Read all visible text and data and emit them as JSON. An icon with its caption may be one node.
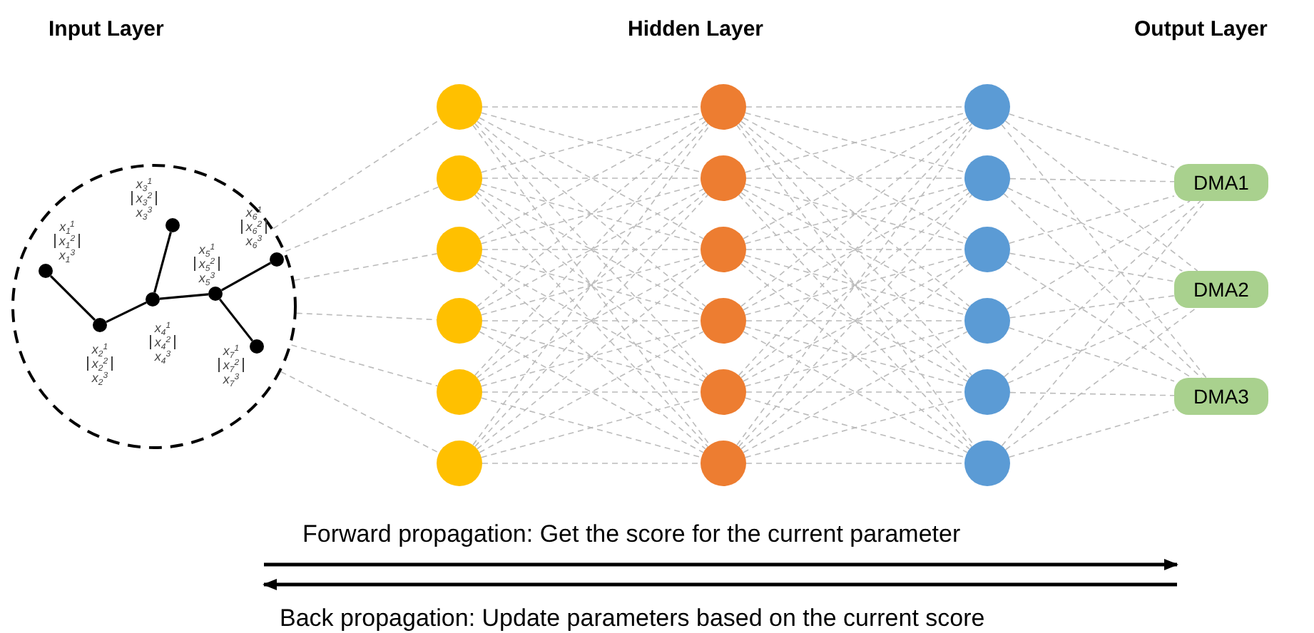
{
  "diagram": {
    "nodes": [
      {
        "text": [],
        "shape": "circle"
      },
      {
        "text": [],
        "shape": "circle",
        "in": 0,
        "beside": [
          "x$_{1}$$^{1}$",
          "x$_{1}$$^{2}$",
          "x$_{1}$$^{3}$"
        ]
      },
      {
        "text": [],
        "shape": "circle",
        "in": 0,
        "beside": [
          "x$_{2}$$^{1}$",
          "x$_{2}$$^{2}$",
          "x$_{2}$$^{3}$"
        ]
      },
      {
        "text": [],
        "shape": "circle",
        "in": 0,
        "beside": [
          "x$_{3}$$^{1}$",
          "x$_{3}$$^{2}$",
          "x$_{3}$$^{3}$"
        ]
      },
      {
        "text": [],
        "shape": "circle",
        "in": 0,
        "beside": [
          "x$_{4}$$^{1}$",
          "x$_{4}$$^{2}$",
          "x$_{4}$$^{3}$"
        ]
      },
      {
        "text": [],
        "shape": "circle",
        "in": 0,
        "beside": [
          "x$_{5}$$^{1}$",
          "x$_{5}$$^{2}$",
          "x$_{5}$$^{3}$"
        ]
      },
      {
        "text": [],
        "shape": "circle",
        "in": 0,
        "beside": [
          "x$_{6}$$^{1}$",
          "x$_{6}$$^{2}$",
          "x$_{6}$$^{3}$"
        ]
      },
      {
        "text": [],
        "shape": "circle",
        "in": 0,
        "beside": [
          "x$_{7}$$^{1}$",
          "x$_{7}$$^{2}$",
          "x$_{7}$$^{3}$"
        ]
      },
      {
        "text": [],
        "shape": "circle"
      },
      {
        "text": [],
        "shape": "circle"
      },
      {
        "text": [],
        "shape": "circle"
      },
      {
        "text": [],
        "shape": "circle"
      },
      {
        "text": [],
        "shape": "circle"
      },
      {
        "text": [],
        "shape": "circle"
      },
      {
        "text": [],
        "shape": "circle"
      },
      {
        "text": [],
        "shape": "circle"
      },
      {
        "text": [],
        "shape": "circle"
      },
      {
        "text": [],
        "shape": "circle"
      },
      {
        "text": [],
        "shape": "circle"
      },
      {
        "text": [],
        "shape": "circle"
      },
      {
        "text": [],
        "shape": "circle"
      },
      {
        "text": [],
        "shape": "circle"
      },
      {
        "text": [],
        "shape": "circle"
      },
      {
        "text": [],
        "shape": "circle"
      },
      {
        "text": [],
        "shape": "circle"
      },
      {
        "text": [],
        "shape": "circle"
      },
      {
        "text": [
          "DMA1"
        ]
      },
      {
        "text": [
          "DMA2"
        ]
      },
      {
        "text": [
          "DMA3"
        ]
      }
    ],
    "edges": [
      {
        "from": 1,
        "to": 2,
        "arrow": "none",
        "color": "#000000"
      },
      {
        "from": 2,
        "to": 4,
        "arrow": "none",
        "color": "#000000"
      },
      {
        "from": 3,
        "to": 4,
        "arrow": "none",
        "color": "#000000"
      },
      {
        "from": 4,
        "to": 5,
        "arrow": "none",
        "color": "#000000"
      },
      {
        "from": 5,
        "to": 6,
        "arrow": "none",
        "color": "#000000"
      },
      {
        "from": 5,
        "to": 7,
        "arrow": "none",
        "color": "#000000"
      },
      {
        "from": 0,
        "to": 8,
        "arrow": "none",
        "style": "dashed",
        "color": "#bbbbbb"
      },
      {
        "from": 0,
        "to": 9,
        "arrow": "none",
        "style": "dashed",
        "color": "#bbbbbb"
      },
      {
        "from": 0,
        "to": 10,
        "arrow": "none",
        "style": "dashed",
        "color": "#bbbbbb"
      },
      {
        "from": 0,
        "to": 11,
        "arrow": "none",
        "style": "dashed",
        "color": "#bbbbbb"
      },
      {
        "from": 0,
        "to": 12,
        "arrow": "none",
        "style": "dashed",
        "color": "#bbbbbb"
      },
      {
        "from": 0,
        "to": 13,
        "arrow": "none",
        "style": "dashed",
        "color": "#bbbbbb"
      },
      {
        "from": 8,
        "to": 14,
        "arrow": "none",
        "style": "dashed",
        "color": "#bbbbbb"
      },
      {
        "from": 8,
        "to": 15,
        "arrow": "none",
        "style": "dashed",
        "color": "#bbbbbb"
      },
      {
        "from": 8,
        "to": 16,
        "arrow": "none",
        "style": "dashed",
        "color": "#bbbbbb"
      },
      {
        "from": 8,
        "to": 17,
        "arrow": "none",
        "style": "dashed",
        "color": "#bbbbbb"
      },
      {
        "from": 8,
        "to": 18,
        "arrow": "none",
        "style": "dashed",
        "color": "#bbbbbb"
      },
      {
        "from": 8,
        "to": 19,
        "arrow": "none",
        "style": "dashed",
        "color": "#bbbbbb"
      },
      {
        "from": 9,
        "to": 14,
        "arrow": "none",
        "style": "dashed",
        "color": "#bbbbbb"
      },
      {
        "from": 9,
        "to": 15,
        "arrow": "none",
        "style": "dashed",
        "color": "#bbbbbb"
      },
      {
        "from": 9,
        "to": 16,
        "arrow": "none",
        "style": "dashed",
        "color": "#bbbbbb"
      },
      {
        "from": 9,
        "to": 17,
        "arrow": "none",
        "style": "dashed",
        "color": "#bbbbbb"
      },
      {
        "from": 9,
        "to": 18,
        "arrow": "none",
        "style": "dashed",
        "color": "#bbbbbb"
      },
      {
        "from": 9,
        "to": 19,
        "arrow": "none",
        "style": "dashed",
        "color": "#bbbbbb"
      },
      {
        "from": 10,
        "to": 14,
        "arrow": "none",
        "style": "dashed",
        "color": "#bbbbbb"
      },
      {
        "from": 10,
        "to": 15,
        "arrow": "none",
        "style": "dashed",
        "color": "#bbbbbb"
      },
      {
        "from": 10,
        "to": 16,
        "arrow": "none",
        "style": "dashed",
        "color": "#bbbbbb"
      },
      {
        "from": 10,
        "to": 17,
        "arrow": "none",
        "style": "dashed",
        "color": "#bbbbbb"
      },
      {
        "from": 10,
        "to": 18,
        "arrow": "none",
        "style": "dashed",
        "color": "#bbbbbb"
      },
      {
        "from": 10,
        "to": 19,
        "arrow": "none",
        "style": "dashed",
        "color": "#bbbbbb"
      },
      {
        "from": 11,
        "to": 14,
        "arrow": "none",
        "style": "dashed",
        "color": "#bbbbbb"
      },
      {
        "from": 11,
        "to": 15,
        "arrow": "none",
        "style": "dashed",
        "color": "#bbbbbb"
      },
      {
        "from": 11,
        "to": 16,
        "arrow": "none",
        "style": "dashed",
        "color": "#bbbbbb"
      },
      {
        "from": 11,
        "to": 17,
        "arrow": "none",
        "style": "dashed",
        "color": "#bbbbbb"
      },
      {
        "from": 11,
        "to": 18,
        "arrow": "none",
        "style": "dashed",
        "color": "#bbbbbb"
      },
      {
        "from": 11,
        "to": 19,
        "arrow": "none",
        "style": "dashed",
        "color": "#bbbbbb"
      },
      {
        "from": 12,
        "to": 14,
        "arrow": "none",
        "style": "dashed",
        "color": "#bbbbbb"
      },
      {
        "from": 12,
        "to": 15,
        "arrow": "none",
        "style": "dashed",
        "color": "#bbbbbb"
      },
      {
        "from": 12,
        "to": 16,
        "arrow": "none",
        "style": "dashed",
        "color": "#bbbbbb"
      },
      {
        "from": 12,
        "to": 17,
        "arrow": "none",
        "style": "dashed",
        "color": "#bbbbbb"
      },
      {
        "from": 12,
        "to": 18,
        "arrow": "none",
        "style": "dashed",
        "color": "#bbbbbb"
      },
      {
        "from": 12,
        "to": 19,
        "arrow": "none",
        "style": "dashed",
        "color": "#bbbbbb"
      },
      {
        "from": 13,
        "to": 14,
        "arrow": "none",
        "style": "dashed",
        "color": "#bbbbbb"
      },
      {
        "from": 13,
        "to": 15,
        "arrow": "none",
        "style": "dashed",
        "color": "#bbbbbb"
      },
      {
        "from": 13,
        "to": 16,
        "arrow": "none",
        "style": "dashed",
        "color": "#bbbbbb"
      },
      {
        "from": 13,
        "to": 17,
        "arrow": "none",
        "style": "dashed",
        "color": "#bbbbbb"
      },
      {
        "from": 13,
        "to": 18,
        "arrow": "none",
        "style": "dashed",
        "color": "#bbbbbb"
      },
      {
        "from": 13,
        "to": 19,
        "arrow": "none",
        "style": "dashed",
        "color": "#bbbbbb"
      },
      {
        "from": 14,
        "to": 20,
        "arrow": "none",
        "style": "dashed",
        "color": "#bbbbbb"
      },
      {
        "from": 14,
        "to": 21,
        "arrow": "none",
        "style": "dashed",
        "color": "#bbbbbb"
      },
      {
        "from": 14,
        "to": 22,
        "arrow": "none",
        "style": "dashed",
        "color": "#bbbbbb"
      },
      {
        "from": 14,
        "to": 23,
        "arrow": "none",
        "style": "dashed",
        "color": "#bbbbbb"
      },
      {
        "from": 14,
        "to": 24,
        "arrow": "none",
        "style": "dashed",
        "color": "#bbbbbb"
      },
      {
        "from": 14,
        "to": 25,
        "arrow": "none",
        "style": "dashed",
        "color": "#bbbbbb"
      },
      {
        "from": 15,
        "to": 20,
        "arrow": "none",
        "style": "dashed",
        "color": "#bbbbbb"
      },
      {
        "from": 15,
        "to": 21,
        "arrow": "none",
        "style": "dashed",
        "color": "#bbbbbb"
      },
      {
        "from": 15,
        "to": 22,
        "arrow": "none",
        "style": "dashed",
        "color": "#bbbbbb"
      },
      {
        "from": 15,
        "to": 23,
        "arrow": "none",
        "style": "dashed",
        "color": "#bbbbbb"
      },
      {
        "from": 15,
        "to": 24,
        "arrow": "none",
        "style": "dashed",
        "color": "#bbbbbb"
      },
      {
        "from": 15,
        "to": 25,
        "arrow": "none",
        "style": "dashed",
        "color": "#bbbbbb"
      },
      {
        "from": 16,
        "to": 20,
        "arrow": "none",
        "style": "dashed",
        "color": "#bbbbbb"
      },
      {
        "from": 16,
        "to": 21,
        "arrow": "none",
        "style": "dashed",
        "color": "#bbbbbb"
      },
      {
        "from": 16,
        "to": 22,
        "arrow": "none",
        "style": "dashed",
        "color": "#bbbbbb"
      },
      {
        "from": 16,
        "to": 23,
        "arrow": "none",
        "style": "dashed",
        "color": "#bbbbbb"
      },
      {
        "from": 16,
        "to": 24,
        "arrow": "none",
        "style": "dashed",
        "color": "#bbbbbb"
      },
      {
        "from": 16,
        "to": 25,
        "arrow": "none",
        "style": "dashed",
        "color": "#bbbbbb"
      },
      {
        "from": 17,
        "to": 20,
        "arrow": "none",
        "style": "dashed",
        "color": "#bbbbbb"
      },
      {
        "from": 17,
        "to": 21,
        "arrow": "none",
        "style": "dashed",
        "color": "#bbbbbb"
      },
      {
        "from": 17,
        "to": 22,
        "arrow": "none",
        "style": "dashed",
        "color": "#bbbbbb"
      },
      {
        "from": 17,
        "to": 23,
        "arrow": "none",
        "style": "dashed",
        "color": "#bbbbbb"
      },
      {
        "from": 17,
        "to": 24,
        "arrow": "none",
        "style": "dashed",
        "color": "#bbbbbb"
      },
      {
        "from": 17,
        "to": 25,
        "arrow": "none",
        "style": "dashed",
        "color": "#bbbbbb"
      },
      {
        "from": 18,
        "to": 20,
        "arrow": "none",
        "style": "dashed",
        "color": "#bbbbbb"
      },
      {
        "from": 18,
        "to": 21,
        "arrow": "none",
        "style": "dashed",
        "color": "#bbbbbb"
      },
      {
        "from": 18,
        "to": 22,
        "arrow": "none",
        "style": "dashed",
        "color": "#bbbbbb"
      },
      {
        "from": 18,
        "to": 23,
        "arrow": "none",
        "style": "dashed",
        "color": "#bbbbbb"
      },
      {
        "from": 18,
        "to": 24,
        "arrow": "none",
        "style": "dashed",
        "color": "#bbbbbb"
      },
      {
        "from": 18,
        "to": 25,
        "arrow": "none",
        "style": "dashed",
        "color": "#bbbbbb"
      },
      {
        "from": 19,
        "to": 20,
        "arrow": "none",
        "style": "dashed",
        "color": "#bbbbbb"
      },
      {
        "from": 19,
        "to": 21,
        "arrow": "none",
        "style": "dashed",
        "color": "#bbbbbb"
      },
      {
        "from": 19,
        "to": 22,
        "arrow": "none",
        "style": "dashed",
        "color": "#bbbbbb"
      },
      {
        "from": 19,
        "to": 23,
        "arrow": "none",
        "style": "dashed",
        "color": "#bbbbbb"
      },
      {
        "from": 19,
        "to": 24,
        "arrow": "none",
        "style": "dashed",
        "color": "#bbbbbb"
      },
      {
        "from": 19,
        "to": 25,
        "arrow": "none",
        "style": "dashed",
        "color": "#bbbbbb"
      },
      {
        "from": 20,
        "to": 26,
        "arrow": "none",
        "style": "dashed",
        "color": "#bbbbbb"
      },
      {
        "from": 20,
        "to": 27,
        "arrow": "none",
        "style": "dashed",
        "color": "#bbbbbb"
      },
      {
        "from": 20,
        "to": 28,
        "arrow": "none",
        "style": "dashed",
        "color": "#bbbbbb"
      },
      {
        "from": 21,
        "to": 26,
        "arrow": "none",
        "style": "dashed",
        "color": "#bbbbbb"
      },
      {
        "from": 21,
        "to": 27,
        "arrow": "none",
        "style": "dashed",
        "color": "#bbbbbb"
      },
      {
        "from": 21,
        "to": 28,
        "arrow": "none",
        "style": "dashed",
        "color": "#bbbbbb"
      },
      {
        "from": 22,
        "to": 26,
        "arrow": "none",
        "style": "dashed",
        "color": "#bbbbbb"
      },
      {
        "from": 22,
        "to": 27,
        "arrow": "none",
        "style": "dashed",
        "color": "#bbbbbb"
      },
      {
        "from": 22,
        "to": 28,
        "arrow": "none",
        "style": "dashed",
        "color": "#bbbbbb"
      },
      {
        "from": 23,
        "to": 26,
        "arrow": "none",
        "style": "dashed",
        "color": "#bbbbbb"
      },
      {
        "from": 23,
        "to": 27,
        "arrow": "none",
        "style": "dashed",
        "color": "#bbbbbb"
      },
      {
        "from": 23,
        "to": 28,
        "arrow": "none",
        "style": "dashed",
        "color": "#bbbbbb"
      },
      {
        "from": 24,
        "to": 26,
        "arrow": "none",
        "style": "dashed",
        "color": "#bbbbbb"
      },
      {
        "from": 24,
        "to": 27,
        "arrow": "none",
        "style": "dashed",
        "color": "#bbbbbb"
      },
      {
        "from": 24,
        "to": 28,
        "arrow": "none",
        "style": "dashed",
        "color": "#bbbbbb"
      },
      {
        "from": 25,
        "to": 26,
        "arrow": "none",
        "style": "dashed",
        "color": "#bbbbbb"
      },
      {
        "from": 25,
        "to": 27,
        "arrow": "none",
        "style": "dashed",
        "color": "#bbbbbb"
      },
      {
        "from": 25,
        "to": 28,
        "arrow": "none",
        "style": "dashed",
        "color": "#bbbbbb"
      }
    ],
    "labels": [
      "Input Layer",
      "Hidden Layer",
      "Output Layer",
      "Forward propagation: Get the score for the current parameter",
      "Back propagation: Update parameters based on the current score"
    ]
  }
}
